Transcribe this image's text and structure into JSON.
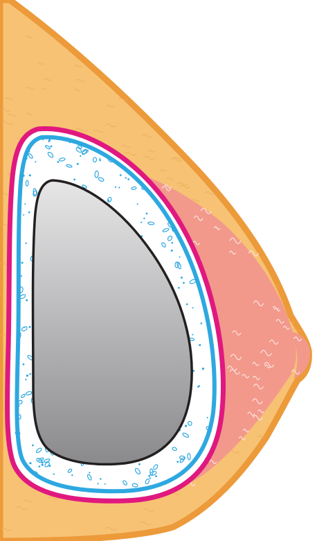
{
  "diagram": {
    "colors": {
      "skin_fill": "#f7c274",
      "skin_outline": "#ec9a3a",
      "gland_fill": "#f2998c",
      "capsule_pink": "#e0187f",
      "capsule_blue": "#2ea8e0",
      "capsule_fill": "#ffffff",
      "implant_light": "#e6e6e7",
      "implant_dark": "#8a8a8d",
      "implant_outline": "#231f20"
    },
    "parts": [
      "breast-skin",
      "glandular-tissue",
      "capsule-pink-layer",
      "capsule-blue-layer",
      "implant"
    ]
  }
}
